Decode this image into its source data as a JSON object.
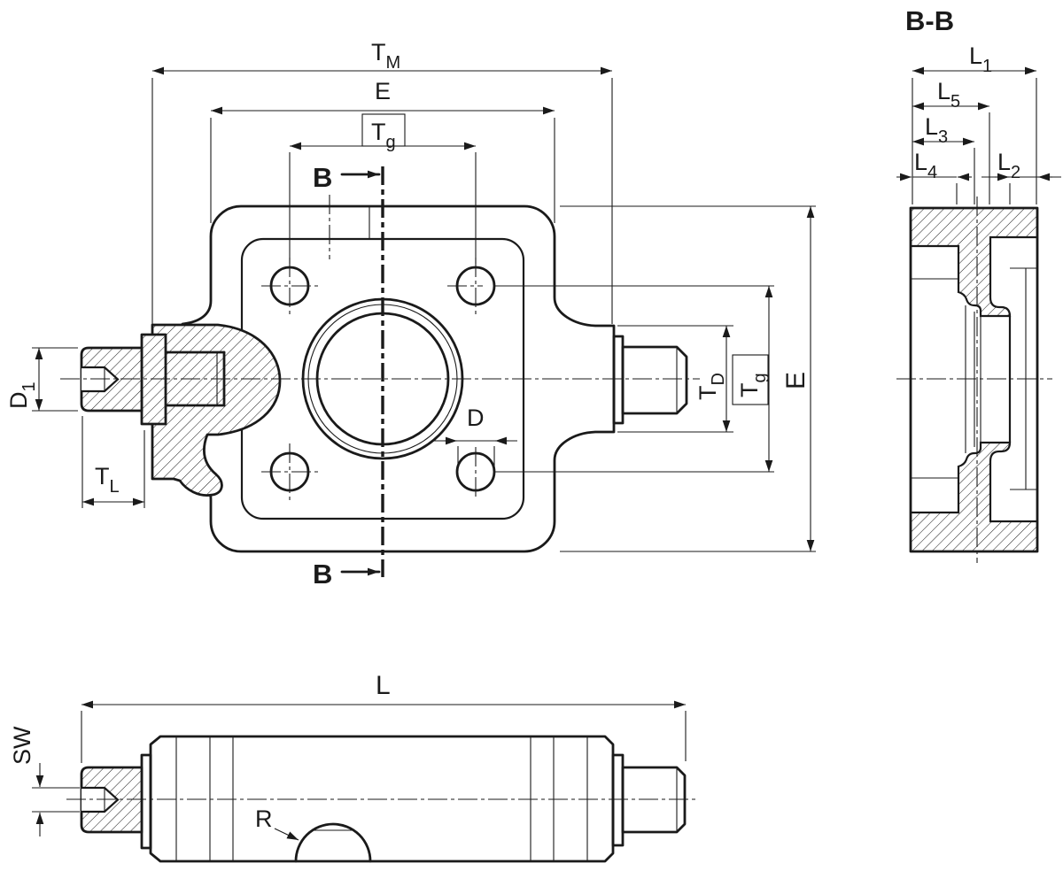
{
  "title": "B-B",
  "colors": {
    "line": "#1a1a1a",
    "background": "#ffffff"
  },
  "view_labels": {
    "section_title": "B-B",
    "section_marker_top": "B",
    "section_marker_bottom": "B"
  },
  "dimensions": {
    "tm": {
      "main": "T",
      "sub": "M"
    },
    "e_top": {
      "main": "E",
      "sub": ""
    },
    "tg_top": {
      "main": "T",
      "sub": "g",
      "boxed": true
    },
    "d1": {
      "main": "D",
      "sub": "1"
    },
    "tl": {
      "main": "T",
      "sub": "L"
    },
    "d": {
      "main": "D",
      "sub": ""
    },
    "td": {
      "main": "T",
      "sub": "D"
    },
    "tg_right": {
      "main": "T",
      "sub": "g",
      "boxed": true
    },
    "e_right": {
      "main": "E",
      "sub": ""
    },
    "l1": {
      "main": "L",
      "sub": "1"
    },
    "l5": {
      "main": "L",
      "sub": "5"
    },
    "l3": {
      "main": "L",
      "sub": "3"
    },
    "l4": {
      "main": "L",
      "sub": "4"
    },
    "l2": {
      "main": "L",
      "sub": "2"
    },
    "l": {
      "main": "L",
      "sub": ""
    },
    "sw": {
      "main": "SW",
      "sub": ""
    },
    "r": {
      "main": "R",
      "sub": ""
    }
  }
}
